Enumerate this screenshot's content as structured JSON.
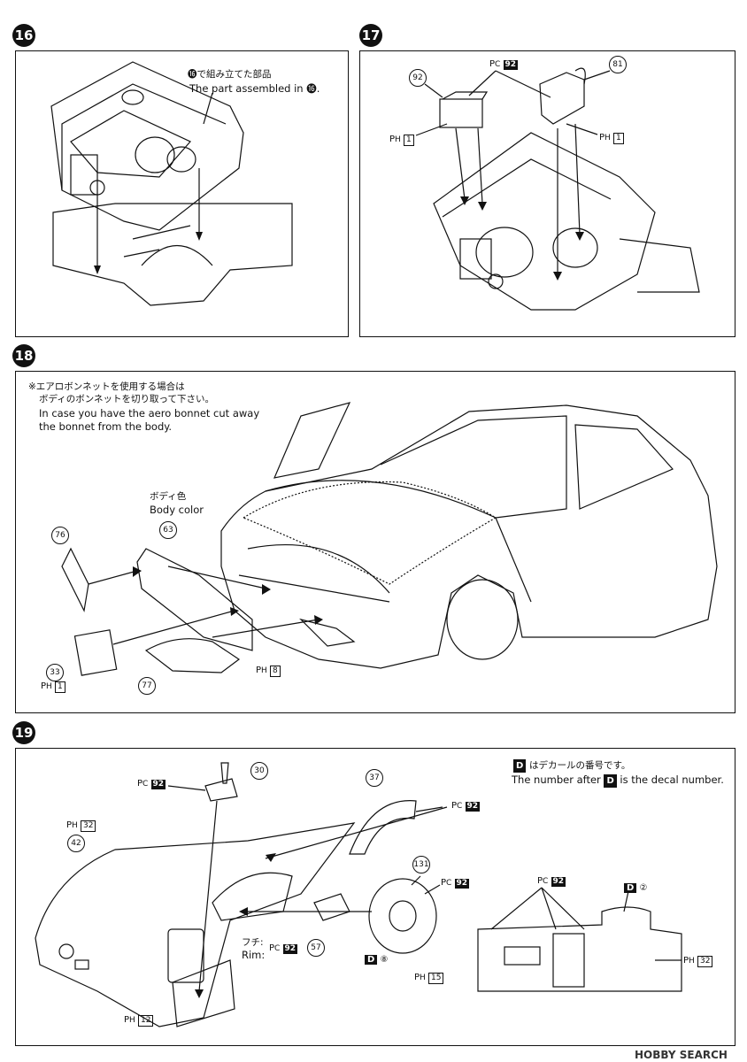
{
  "steps": [
    {
      "num": "16"
    },
    {
      "num": "17"
    },
    {
      "num": "18"
    },
    {
      "num": "19"
    }
  ],
  "step16": {
    "note_jp": "⓰で組み立てた部品",
    "note_en": "The part assembled in ⓰."
  },
  "step17": {
    "callouts": [
      "92",
      "81"
    ],
    "paint_pc": "92",
    "paint_ph1": "1",
    "paint_ph2": "1"
  },
  "step18": {
    "note_jp1": "※エアロボンネットを使用する場合は",
    "note_jp2": "ボディのボンネットを切り取って下さい。",
    "note_en1": "In case you have the aero bonnet cut away",
    "note_en2": "the bonnet from the body.",
    "body_color_jp": "ボディ色",
    "body_color_en": "Body color",
    "callouts": [
      "76",
      "63",
      "33",
      "77"
    ],
    "paint_33": "1",
    "paint_grille": "8"
  },
  "step19": {
    "decal_note_jp": "はデカールの番号です。",
    "decal_note_en": "The number after",
    "decal_note_en2": "is the decal number.",
    "decal_letter": "D",
    "callouts": [
      "30",
      "37",
      "42",
      "131",
      "57"
    ],
    "paint_30": "92",
    "paint_37": "92",
    "paint_42": "32",
    "paint_131": "92",
    "rim_jp": "フチ:",
    "rim_en": "Rim:",
    "paint_rim": "92",
    "decal_wheel": "⑧",
    "paint_wheel": "15",
    "paint_console": "12",
    "inset_pc": "92",
    "inset_decal": "②",
    "inset_ph": "32"
  },
  "watermark": "HOBBY SEARCH"
}
